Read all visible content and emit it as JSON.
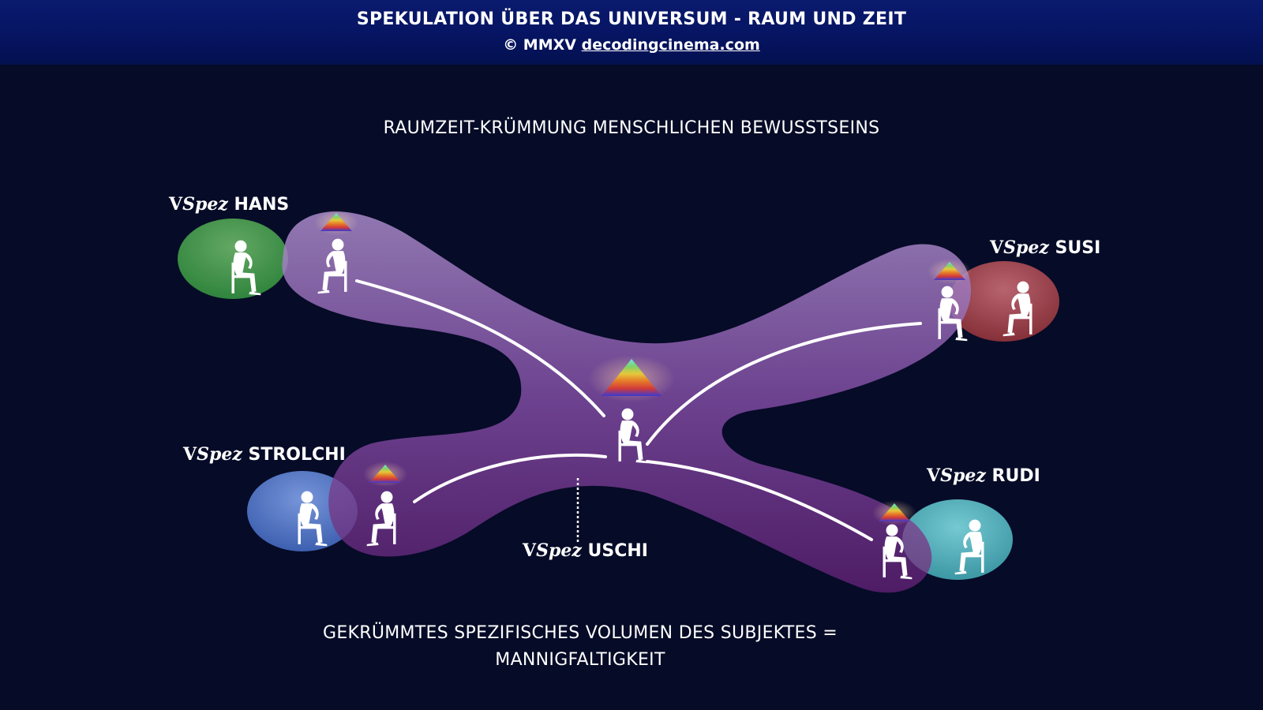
{
  "header": {
    "title": "SPEKULATION ÜBER DAS UNIVERSUM - RAUM UND ZEIT",
    "copyright_prefix": "© MMXV",
    "link_text": "decodingcinema.com"
  },
  "subtitle": "RAUMZEIT-KRÜMMUNG MENSCHLICHEN BEWUSSTSEINS",
  "labels": {
    "prefix_v": "V",
    "prefix_spez": "Spez",
    "hans": "HANS",
    "susi": "SUSI",
    "strolchi": "STROLCHI",
    "rudi": "RUDI",
    "uschi": "USCHI"
  },
  "footer": {
    "line1": "GEKRÜMMTES SPEZIFISCHES VOLUMEN DES SUBJEKTES =",
    "line2": "MANNIGFALTIGKEIT"
  },
  "colors": {
    "background": "#060b27",
    "header": "#061462",
    "manifold": "#8a4fa8",
    "hans": "#2e8b3a",
    "susi": "#8a2a2e",
    "strolchi": "#3a64b8",
    "rudi": "#2a9aa6"
  },
  "icons": [
    "seated-person-icon",
    "rainbow-pyramid-icon"
  ]
}
